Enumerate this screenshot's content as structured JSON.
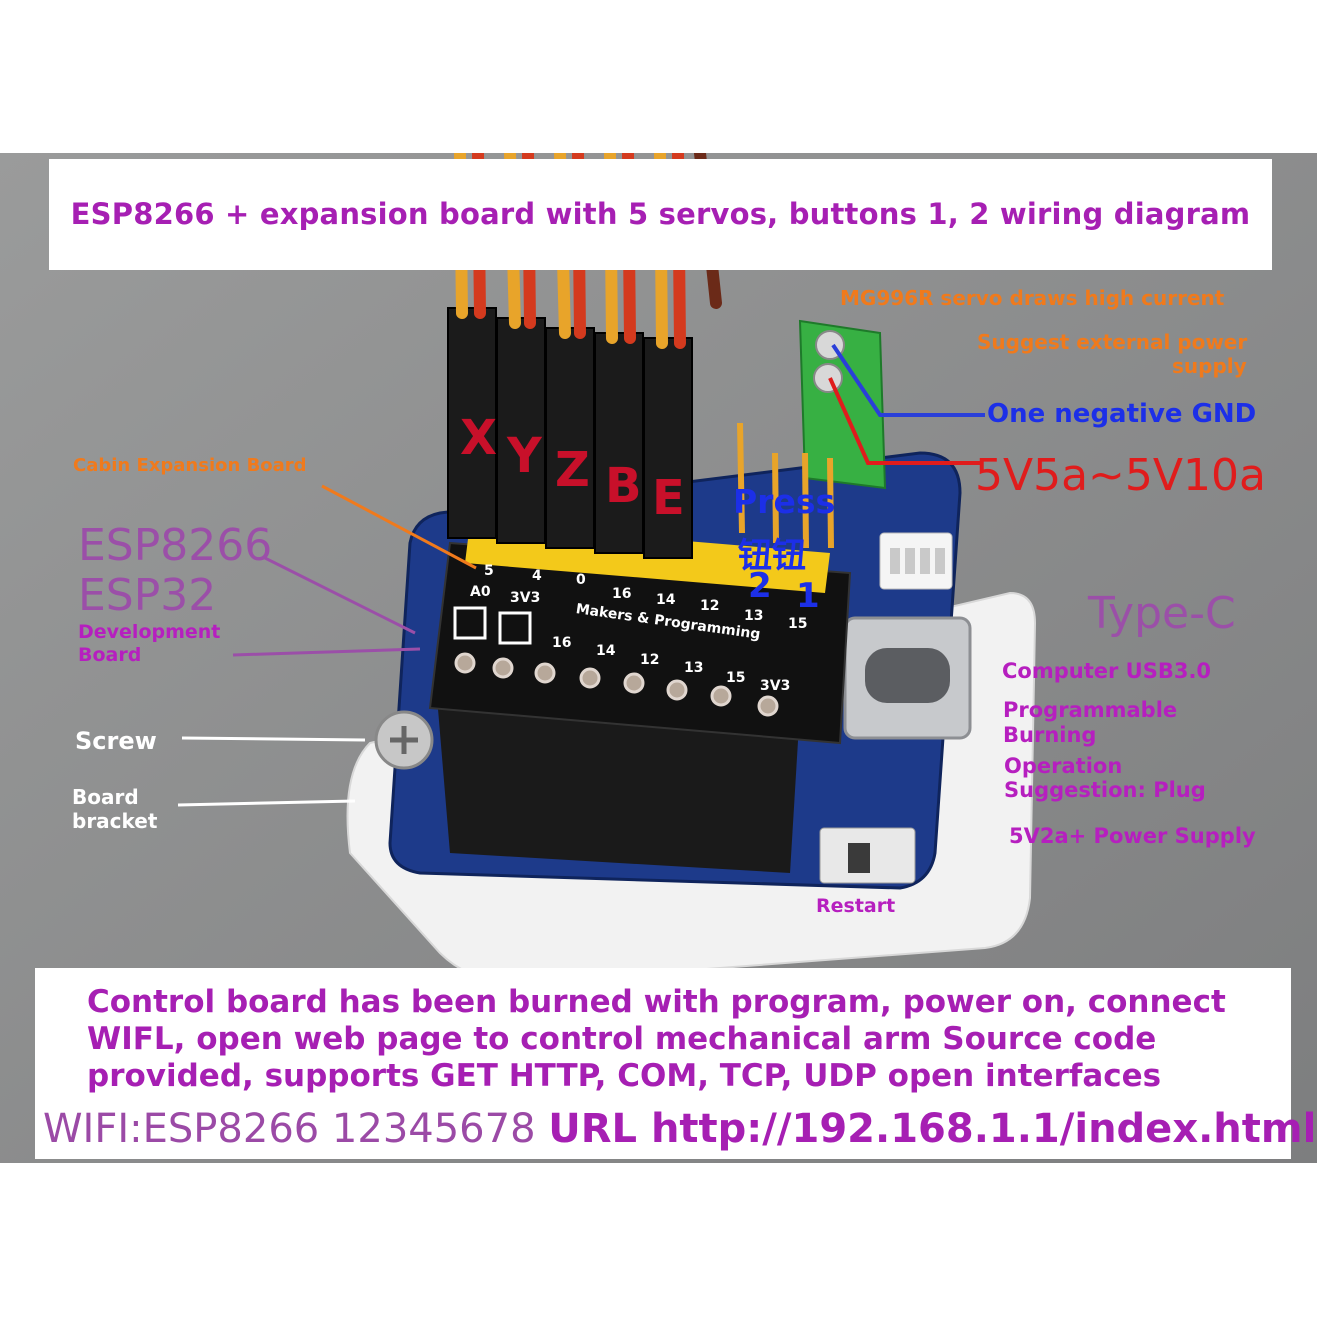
{
  "title": "ESP8266 + expansion board with 5 servos, buttons 1, 2 wiring diagram",
  "labels": {
    "cabin_board": "Cabin Expansion Board",
    "esp8266": "ESP8266",
    "esp32": "ESP32",
    "dev_board_1": "Development",
    "dev_board_2": "Board",
    "screw": "Screw",
    "bracket_1": "Board",
    "bracket_2": "bracket",
    "servo_current": "MG996R servo draws high current",
    "ext_power_1": "Suggest external power",
    "ext_power_2": "supply",
    "gnd": "One negative GND",
    "voltage": "5V5a~5V10a",
    "press": "Press",
    "button_glyph": "钮钮",
    "button_2": "2",
    "button_1": "1",
    "type_c": "Type-C",
    "usb": "Computer USB3.0",
    "programmable_1": "Programmable",
    "programmable_2": "Burning",
    "operation_1": "Operation",
    "operation_2": "Suggestion: Plug",
    "power_supply": "5V2a+ Power Supply",
    "restart": "Restart"
  },
  "servo_letters": [
    "X",
    "Y",
    "Z",
    "B",
    "E"
  ],
  "board_silkscreen": {
    "top_pins": [
      "5",
      "4",
      "0",
      "16",
      "14",
      "12",
      "13",
      "15"
    ],
    "side_pins": [
      "3V3",
      "A0"
    ],
    "brand": "Makers & Programming",
    "bottom_pins": [
      "16",
      "14",
      "12",
      "13",
      "15",
      "3V3"
    ]
  },
  "bottom": {
    "description": "Control board has been burned with program, power on, connect WIFL, open web page to control mechanical arm Source code provided, supports GET HTTP, COM, TCP, UDP open interfaces",
    "wifi": "WIFI:ESP8266 12345678",
    "url": "URL http://192.168.1.1/index.html"
  },
  "colors": {
    "accent_purple": "#a61fb3",
    "label_orange": "#f07a1c",
    "gnd_blue": "#1c2fe8",
    "power_red": "#e01c1c",
    "servo_red": "#c8102a"
  }
}
